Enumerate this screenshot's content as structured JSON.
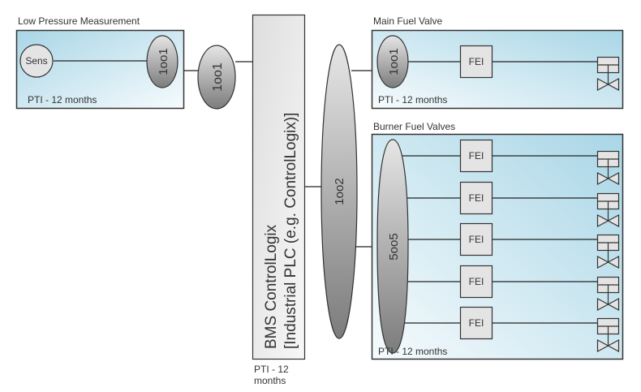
{
  "groups": {
    "low_pressure": {
      "title": "Low Pressure Measurement",
      "sensor_label": "Sens",
      "voting_label": "1oo1",
      "pti": "PTI - 12 months"
    },
    "main_fuel_valve": {
      "title": "Main Fuel Valve",
      "voting_label": "1oo1",
      "fei_label": "FEI",
      "pti": "PTI - 12 months"
    },
    "burner_fuel_valves": {
      "title": "Burner Fuel Valves",
      "voting_label": "5oo5",
      "fei_labels": [
        "FEI",
        "FEI",
        "FEI",
        "FEI",
        "FEI"
      ],
      "pti": "PTI - 12 months"
    }
  },
  "sensor_voting": {
    "label": "1oo1"
  },
  "logic_solver": {
    "line1": "BMS ControlLogix",
    "line2": "[Industrial PLC (e.g. ControlLogix)]",
    "pti_line1": "PTI - 12",
    "pti_line2": "months"
  },
  "final_element_voting": {
    "label": "1oo2"
  },
  "colors": {
    "group_gradient_start": "#a9d6e6",
    "group_gradient_end": "#f4fafc",
    "voting_dark": "#7a7a7a",
    "voting_light": "#e2e2e2",
    "box_fill": "#e4e4e4",
    "plc_fill_start": "#f6f6f6",
    "plc_fill_end": "#d8d8d8"
  }
}
